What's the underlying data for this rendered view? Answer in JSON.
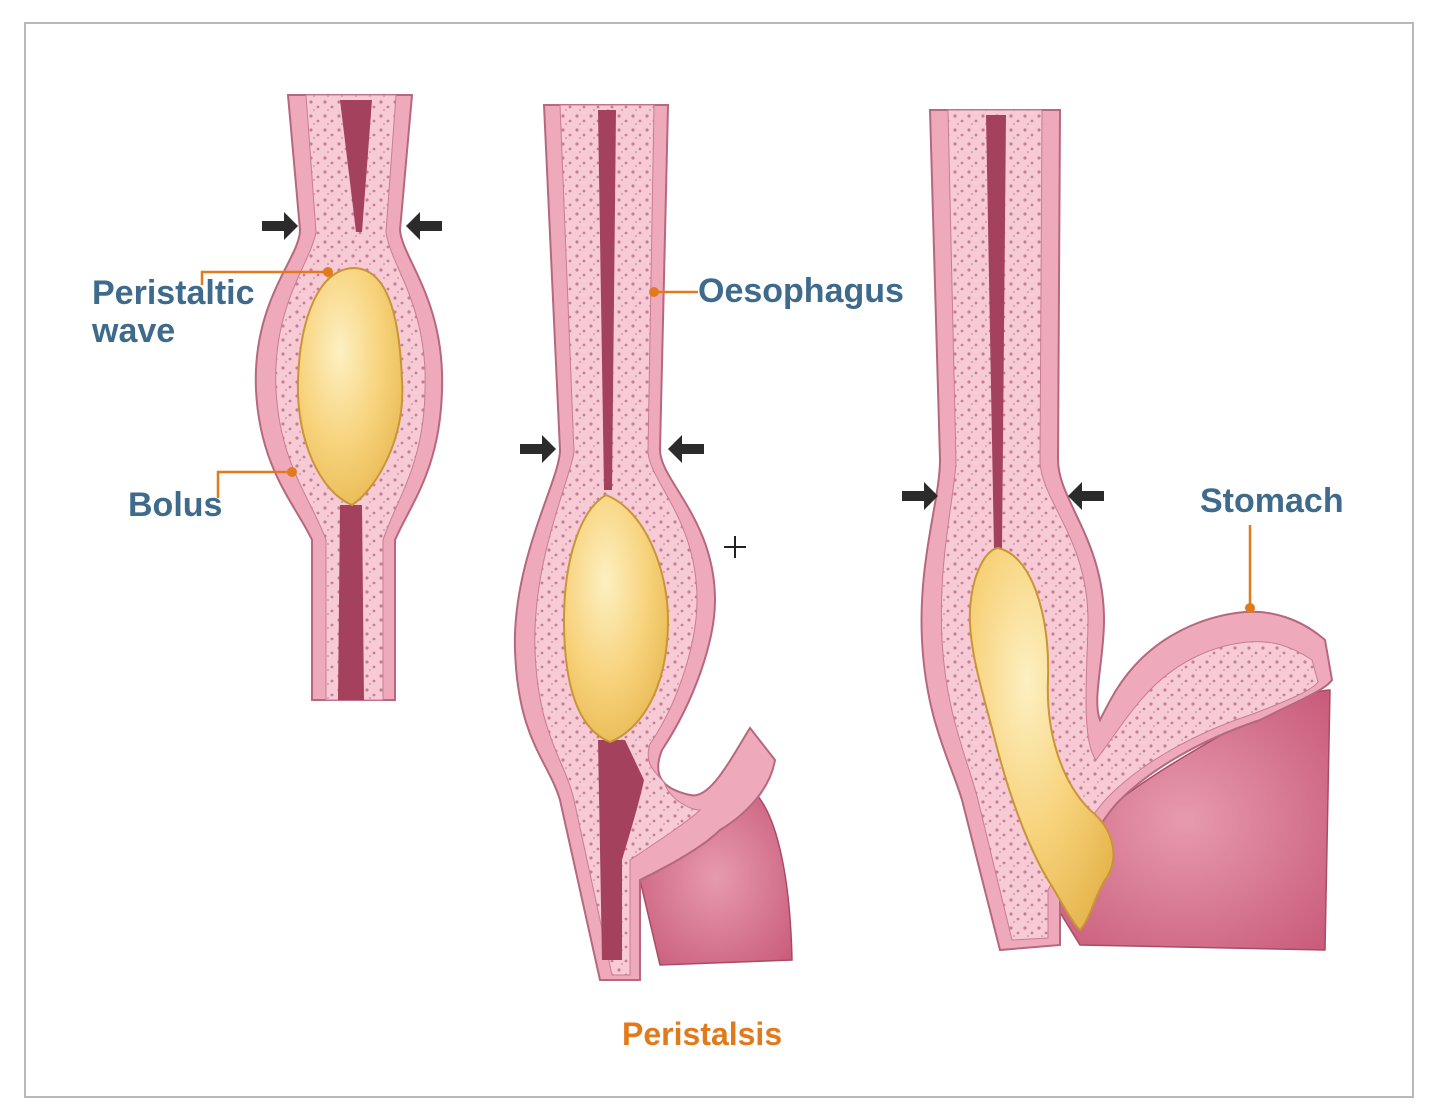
{
  "labels": {
    "peristaltic_wave_line1": "Peristaltic",
    "peristaltic_wave_line2": "wave",
    "bolus": "Bolus",
    "oesophagus": "Oesophagus",
    "stomach": "Stomach"
  },
  "caption": "Peristalsis",
  "colors": {
    "wall_outer": "#eeaabb",
    "wall_inner": "#f7cdd6",
    "lumen": "#a4425e",
    "bolus": "#f7d27a",
    "stomach_lining": "#d16a86",
    "label_text": "#3e6a8c",
    "leader_line": "#e07a1c",
    "caption_text": "#e07a1c",
    "arrow": "#2b2b2b"
  },
  "icons": [
    "arrow-right-icon",
    "arrow-left-icon",
    "plus-marker-icon"
  ]
}
